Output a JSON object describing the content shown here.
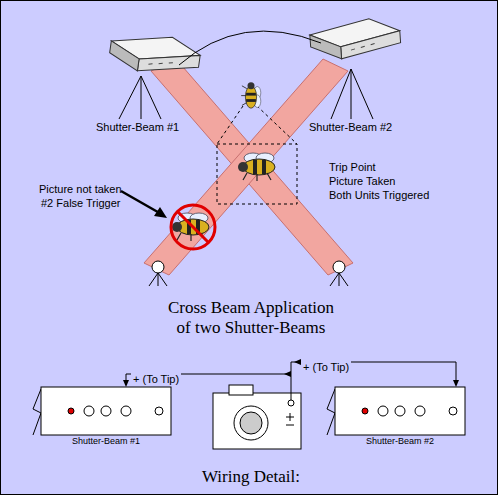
{
  "diagram": {
    "title": "Cross Beam Application of two Shutter-Beams",
    "nodes": [
      {
        "text": [
          "Shutter-Beam #1"
        ]
      },
      {
        "text": [
          "Shutter-Beam #2"
        ]
      }
    ],
    "labels": [
      "Shutter-Beam #1",
      "Shutter-Beam #2",
      "Picture not taken",
      "#2 False Trigger",
      "Trip Point",
      "Picture Taken",
      "Both Units Triggered",
      "+ (To Tip)",
      "+ (To Tip)",
      "Wiring Detail:"
    ]
  }
}
